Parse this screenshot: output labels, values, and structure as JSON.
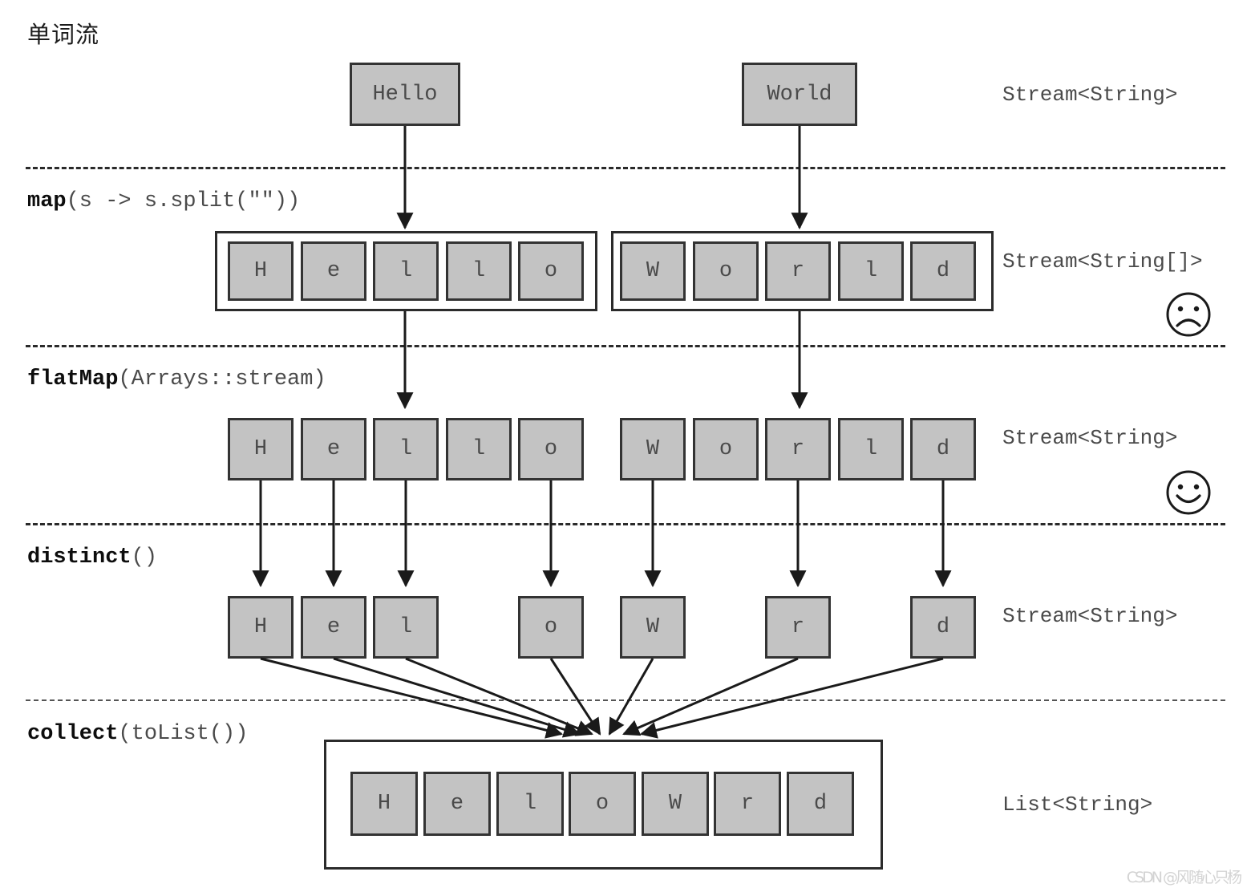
{
  "title": "单词流",
  "stages": [
    {
      "id": "source",
      "op_bold": "",
      "op_rest": "",
      "type_label": "Stream<String>"
    },
    {
      "id": "map",
      "op_bold": "map",
      "op_rest": "(s -> s.split(\"\"))",
      "type_label": "Stream<String[]>"
    },
    {
      "id": "flatmap",
      "op_bold": "flatMap",
      "op_rest": "(Arrays::stream)",
      "type_label": "Stream<String>"
    },
    {
      "id": "distinct",
      "op_bold": "distinct",
      "op_rest": "()",
      "type_label": "Stream<String>"
    },
    {
      "id": "collect",
      "op_bold": "collect",
      "op_rest": "(toList())",
      "type_label": "List<String>"
    }
  ],
  "source_words": [
    "Hello",
    "World"
  ],
  "map_arrays": [
    {
      "letters": [
        "H",
        "e",
        "l",
        "l",
        "o"
      ]
    },
    {
      "letters": [
        "W",
        "o",
        "r",
        "l",
        "d"
      ]
    }
  ],
  "flatmap_letters": [
    "H",
    "e",
    "l",
    "l",
    "o",
    "W",
    "o",
    "r",
    "l",
    "d"
  ],
  "distinct_letters": [
    "H",
    "e",
    "l",
    "",
    "o",
    "W",
    "",
    "r",
    "",
    "d"
  ],
  "collect_letters": [
    "H",
    "e",
    "l",
    "o",
    "W",
    "r",
    "d"
  ],
  "faces": [
    {
      "name": "sad-face-icon",
      "mood": "sad"
    },
    {
      "name": "happy-face-icon",
      "mood": "happy"
    }
  ],
  "watermark": "CSDN @风随心只杨",
  "colors": {
    "cell_fill": "#c3c3c3",
    "cell_border": "#333333",
    "line": "#1a1a1a",
    "text": "#4a4a4a",
    "bold_text": "#0d0d0d"
  }
}
